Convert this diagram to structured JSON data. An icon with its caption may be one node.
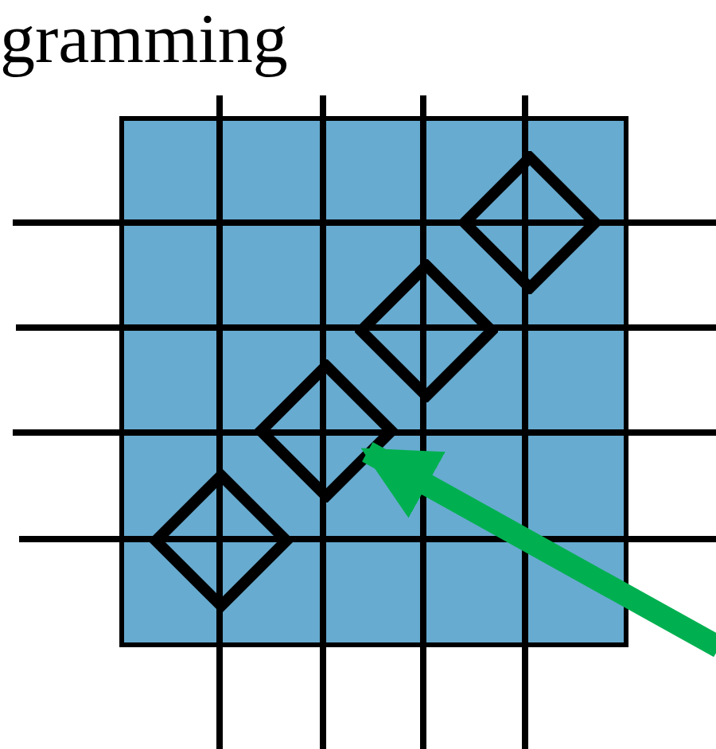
{
  "diagram": {
    "nodes": [
      {
        "text": [],
        "shape": "box"
      },
      {
        "text": [],
        "shape": "diamond",
        "in": 0
      },
      {
        "text": [],
        "shape": "diamond",
        "in": 0
      },
      {
        "text": [],
        "shape": "diamond",
        "in": 0
      },
      {
        "text": [],
        "shape": "diamond",
        "in": 0
      }
    ],
    "edges": [
      {
        "from": null,
        "to": 3,
        "arrow": "to",
        "color": "#00b050"
      }
    ],
    "labels": [
      "gramming"
    ]
  }
}
